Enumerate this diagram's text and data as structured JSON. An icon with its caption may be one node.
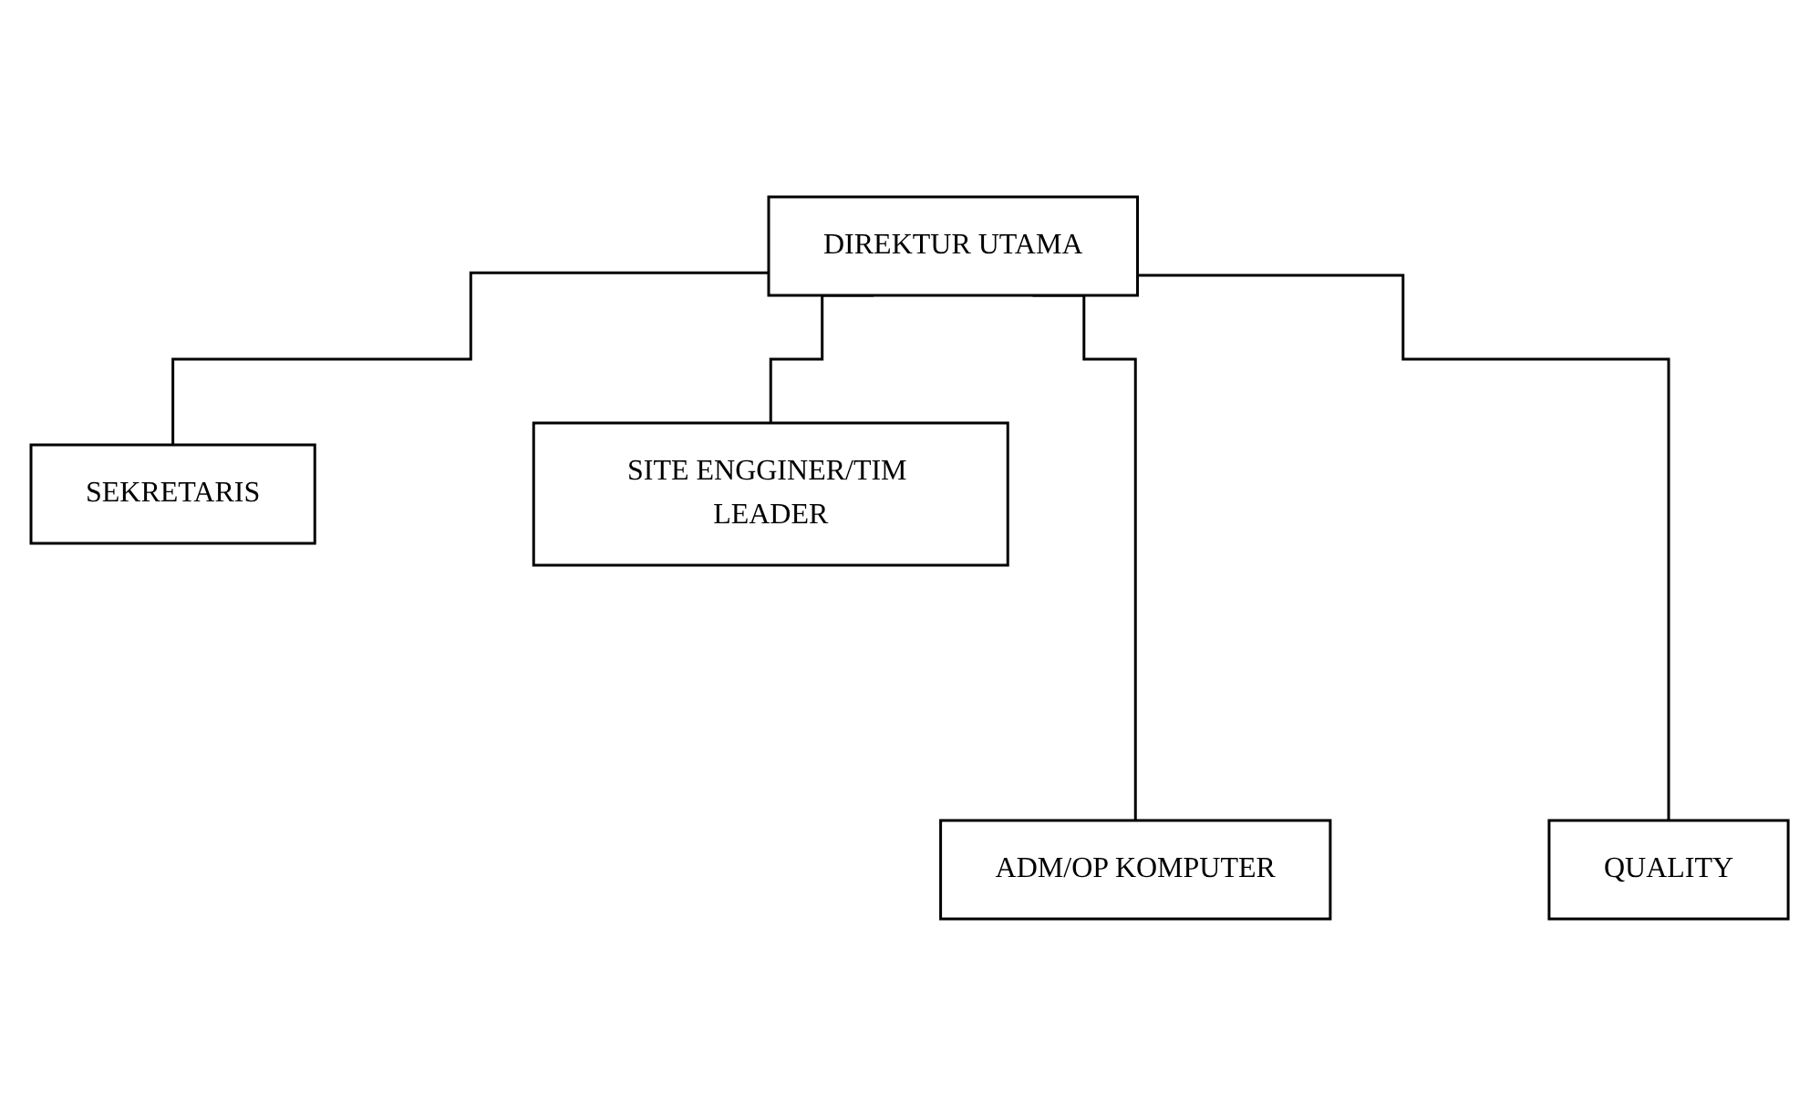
{
  "diagram": {
    "nodes": [
      {
        "text": [
          "DIREKTUR UTAMA"
        ]
      },
      {
        "text": [
          "SEKRETARIS"
        ]
      },
      {
        "text": [
          "SITE ENGGINER/TIM LEADER"
        ]
      },
      {
        "text": [
          "ADM/OP KOMPUTER"
        ]
      },
      {
        "text": [
          "QUALITY"
        ]
      }
    ],
    "edges": [
      {
        "from": 0,
        "to": 1,
        "arrow": "none"
      },
      {
        "from": 0,
        "to": 2,
        "arrow": "none"
      },
      {
        "from": 0,
        "to": 3,
        "arrow": "none"
      },
      {
        "from": 0,
        "to": 4,
        "arrow": "none"
      }
    ]
  }
}
